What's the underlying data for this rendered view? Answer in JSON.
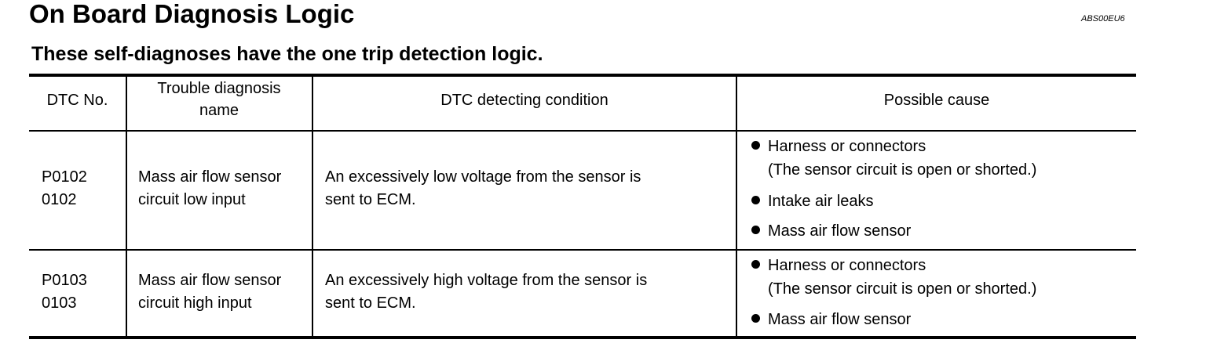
{
  "page": {
    "title": "On Board Diagnosis Logic",
    "code": "ABS00EU6",
    "subtitle": "These self-diagnoses have the one trip detection logic."
  },
  "table": {
    "headers": [
      "DTC No.",
      "Trouble diagnosis name",
      "DTC detecting condition",
      "Possible cause"
    ],
    "header_name_lines": [
      "Trouble diagnosis",
      "name"
    ],
    "rows": [
      {
        "dtc": [
          "P0102",
          "0102"
        ],
        "name": [
          "Mass air flow sensor",
          "circuit low input"
        ],
        "condition": [
          "An excessively low voltage from the sensor is",
          "sent to ECM."
        ],
        "causes": [
          {
            "text": "Harness or connectors",
            "sub": "(The sensor circuit is open or shorted.)"
          },
          {
            "text": "Intake air leaks"
          },
          {
            "text": "Mass air flow sensor"
          }
        ]
      },
      {
        "dtc": [
          "P0103",
          "0103"
        ],
        "name": [
          "Mass air flow sensor",
          "circuit high input"
        ],
        "condition": [
          "An excessively high voltage from the sensor is",
          "sent to ECM."
        ],
        "causes": [
          {
            "text": "Harness or connectors",
            "sub": "(The sensor circuit is open or shorted.)"
          },
          {
            "text": "Mass air flow sensor"
          }
        ]
      }
    ]
  }
}
